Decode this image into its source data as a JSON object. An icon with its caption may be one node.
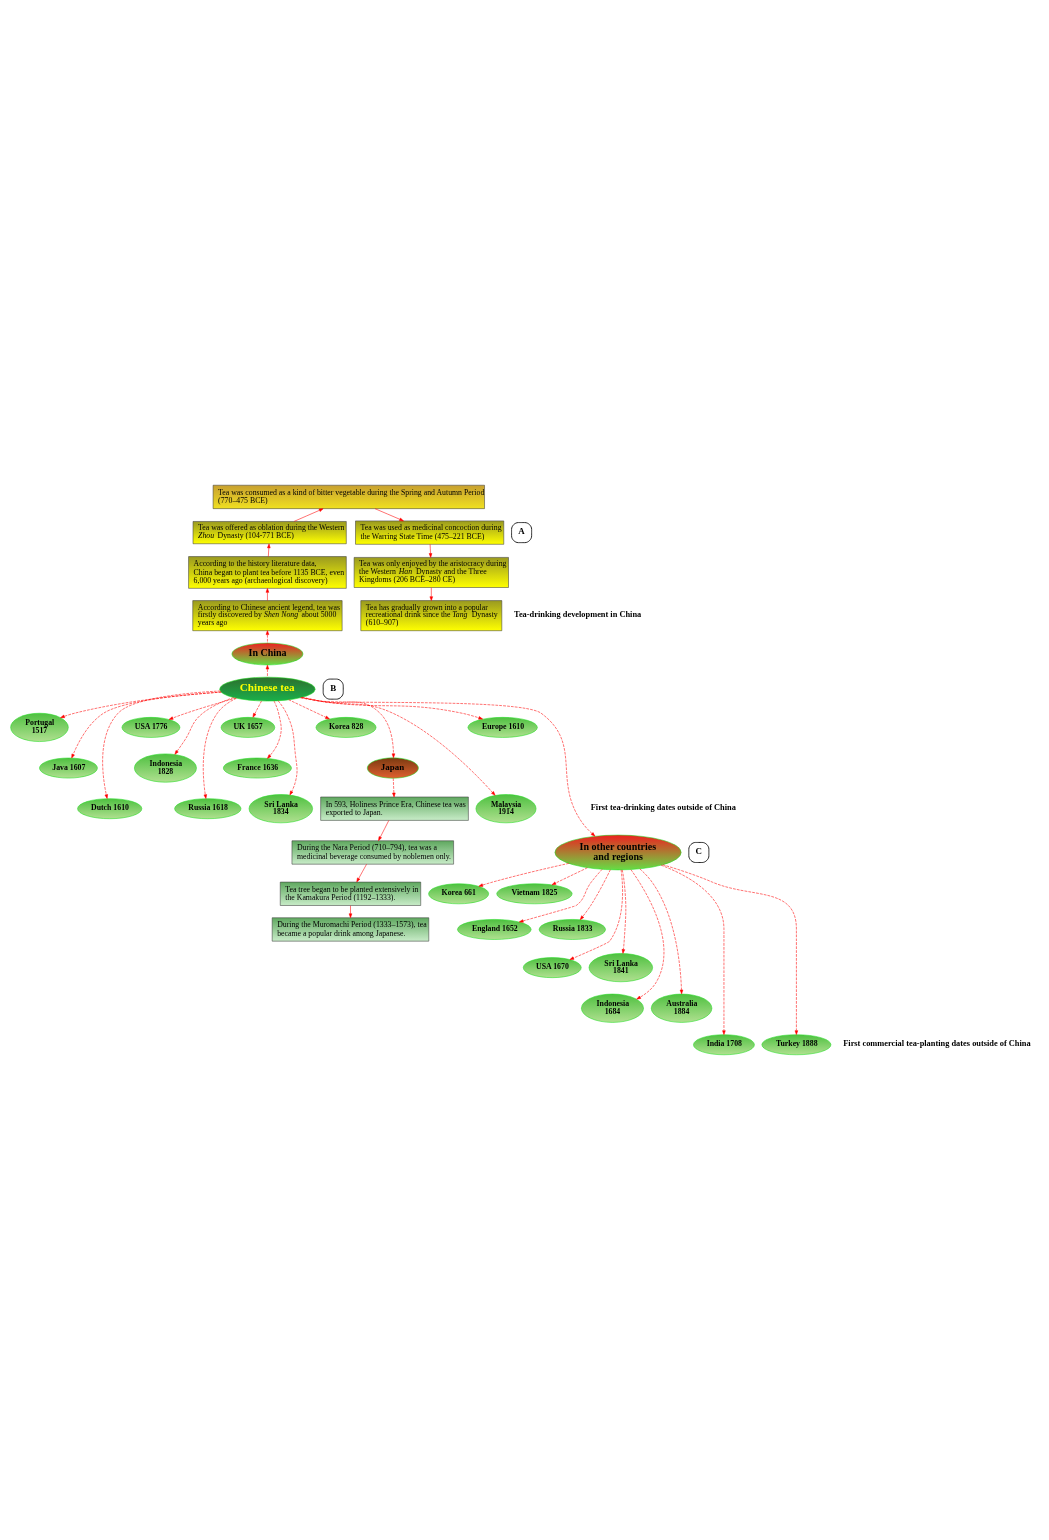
{
  "diagram": {
    "nodes": [
      {
        "text": [
          "Tea was consumed as a kind of bitter vegetable during the Spring and Autumn Period (770–475 BCE)"
        ]
      },
      {
        "text": [
          "Tea was offered as oblation during the Western *Zhou* Dynasty (104-771 BCE)"
        ]
      },
      {
        "text": [
          "According to the history literature data, China began to plant tea before 1135 BCE, even 6,000 years ago (archaeological discovery)"
        ]
      },
      {
        "text": [
          "According to Chinese ancient legend, tea was firstly discovered by *Shen Nong* about 5000 years ago"
        ]
      },
      {
        "text": [
          "Tea was used as medicinal concoction during the Warring State Time (475–221 BCE)"
        ]
      },
      {
        "text": [
          "Tea was only enjoyed by the aristocracy during the Western *Han* Dynasty and the Three Kingdoms (206 BCE–280 CE)"
        ]
      },
      {
        "text": [
          "Tea has gradually grown into a popular recreational drink since the *Tang* Dynasty (610–907)"
        ]
      },
      {
        "text": [
          "A"
        ]
      },
      {
        "text": [
          "In China"
        ]
      },
      {
        "text": [
          "Chinese tea"
        ]
      },
      {
        "text": [
          "B"
        ]
      },
      {
        "text": [
          "Portugal 1517"
        ]
      },
      {
        "text": [
          "Java 1607"
        ]
      },
      {
        "text": [
          "Dutch 1610"
        ]
      },
      {
        "text": [
          "USA 1776"
        ]
      },
      {
        "text": [
          "Indonesia 1828"
        ]
      },
      {
        "text": [
          "Russia 1618"
        ]
      },
      {
        "text": [
          "UK 1657"
        ]
      },
      {
        "text": [
          "France 1636"
        ]
      },
      {
        "text": [
          "Sri Lanka 1834"
        ]
      },
      {
        "text": [
          "Korea 828"
        ]
      },
      {
        "text": [
          "Japan"
        ]
      },
      {
        "text": [
          "Malaysia 1914"
        ]
      },
      {
        "text": [
          "Europe 1610"
        ]
      },
      {
        "text": [
          "In other countries and regions"
        ]
      },
      {
        "text": [
          "C"
        ]
      },
      {
        "text": [
          "Korea 661"
        ]
      },
      {
        "text": [
          "Vietnam 1825"
        ]
      },
      {
        "text": [
          "England 1652"
        ]
      },
      {
        "text": [
          "Russia 1833"
        ]
      },
      {
        "text": [
          "USA 1670"
        ]
      },
      {
        "text": [
          "Sri Lanka 1841"
        ]
      },
      {
        "text": [
          "Indonesia 1684"
        ]
      },
      {
        "text": [
          "Australia 1884"
        ]
      },
      {
        "text": [
          "India 1708"
        ]
      },
      {
        "text": [
          "Turkey 1888"
        ]
      },
      {
        "text": [
          "In 593, Holiness Prince Era, Chinese tea was exported to Japan."
        ]
      },
      {
        "text": [
          "During the Nara Period (710–794), tea was a medicinal beverage consumed by noblemen only."
        ]
      },
      {
        "text": [
          "Tea tree began to be planted extensively in the Kamakura Period (1192–1333)."
        ]
      },
      {
        "text": [
          "During the Muromachi Period (1333–1573), tea became a popular drink among Japanese."
        ]
      }
    ],
    "edges": [
      {
        "from": 3,
        "to": 2,
        "arrow": "to"
      },
      {
        "from": 2,
        "to": 1,
        "arrow": "to"
      },
      {
        "from": 1,
        "to": 0,
        "arrow": "to"
      },
      {
        "from": 0,
        "to": 4,
        "arrow": "to"
      },
      {
        "from": 4,
        "to": 5,
        "arrow": "to"
      },
      {
        "from": 5,
        "to": 6,
        "arrow": "to"
      },
      {
        "from": 8,
        "to": 3,
        "arrow": "to",
        "style": "dashed"
      },
      {
        "from": 9,
        "to": 8,
        "arrow": "to",
        "style": "dashed"
      },
      {
        "from": 9,
        "to": 24,
        "arrow": "to",
        "style": "dashed"
      },
      {
        "from": 9,
        "to": 11,
        "arrow": "to",
        "style": "dashed"
      },
      {
        "from": 9,
        "to": 12,
        "arrow": "to",
        "style": "dashed"
      },
      {
        "from": 9,
        "to": 13,
        "arrow": "to",
        "style": "dashed"
      },
      {
        "from": 9,
        "to": 14,
        "arrow": "to",
        "style": "dashed"
      },
      {
        "from": 9,
        "to": 15,
        "arrow": "to",
        "style": "dashed"
      },
      {
        "from": 9,
        "to": 16,
        "arrow": "to",
        "style": "dashed"
      },
      {
        "from": 9,
        "to": 17,
        "arrow": "to",
        "style": "dashed"
      },
      {
        "from": 9,
        "to": 18,
        "arrow": "to",
        "style": "dashed"
      },
      {
        "from": 9,
        "to": 19,
        "arrow": "to",
        "style": "dashed"
      },
      {
        "from": 9,
        "to": 20,
        "arrow": "to",
        "style": "dashed"
      },
      {
        "from": 9,
        "to": 21,
        "arrow": "to",
        "style": "dashed"
      },
      {
        "from": 9,
        "to": 22,
        "arrow": "to",
        "style": "dashed"
      },
      {
        "from": 9,
        "to": 23,
        "arrow": "to",
        "style": "dashed"
      },
      {
        "from": 24,
        "to": 26,
        "arrow": "to",
        "style": "dashed"
      },
      {
        "from": 24,
        "to": 27,
        "arrow": "to",
        "style": "dashed"
      },
      {
        "from": 24,
        "to": 28,
        "arrow": "to",
        "style": "dashed"
      },
      {
        "from": 24,
        "to": 29,
        "arrow": "to",
        "style": "dashed"
      },
      {
        "from": 24,
        "to": 30,
        "arrow": "to",
        "style": "dashed"
      },
      {
        "from": 24,
        "to": 31,
        "arrow": "to",
        "style": "dashed"
      },
      {
        "from": 24,
        "to": 32,
        "arrow": "to",
        "style": "dashed"
      },
      {
        "from": 24,
        "to": 33,
        "arrow": "to",
        "style": "dashed"
      },
      {
        "from": 24,
        "to": 34,
        "arrow": "to",
        "style": "dashed"
      },
      {
        "from": 24,
        "to": 35,
        "arrow": "to",
        "style": "dashed"
      },
      {
        "from": 21,
        "to": 36,
        "arrow": "to",
        "style": "dashed"
      },
      {
        "from": 36,
        "to": 37,
        "arrow": "to"
      },
      {
        "from": 37,
        "to": 38,
        "arrow": "to"
      },
      {
        "from": 38,
        "to": 39,
        "arrow": "to"
      }
    ],
    "labels": [
      "Tea-drinking development in China",
      "First tea-drinking dates outside of China",
      "First commercial tea-planting dates outside of China"
    ]
  }
}
